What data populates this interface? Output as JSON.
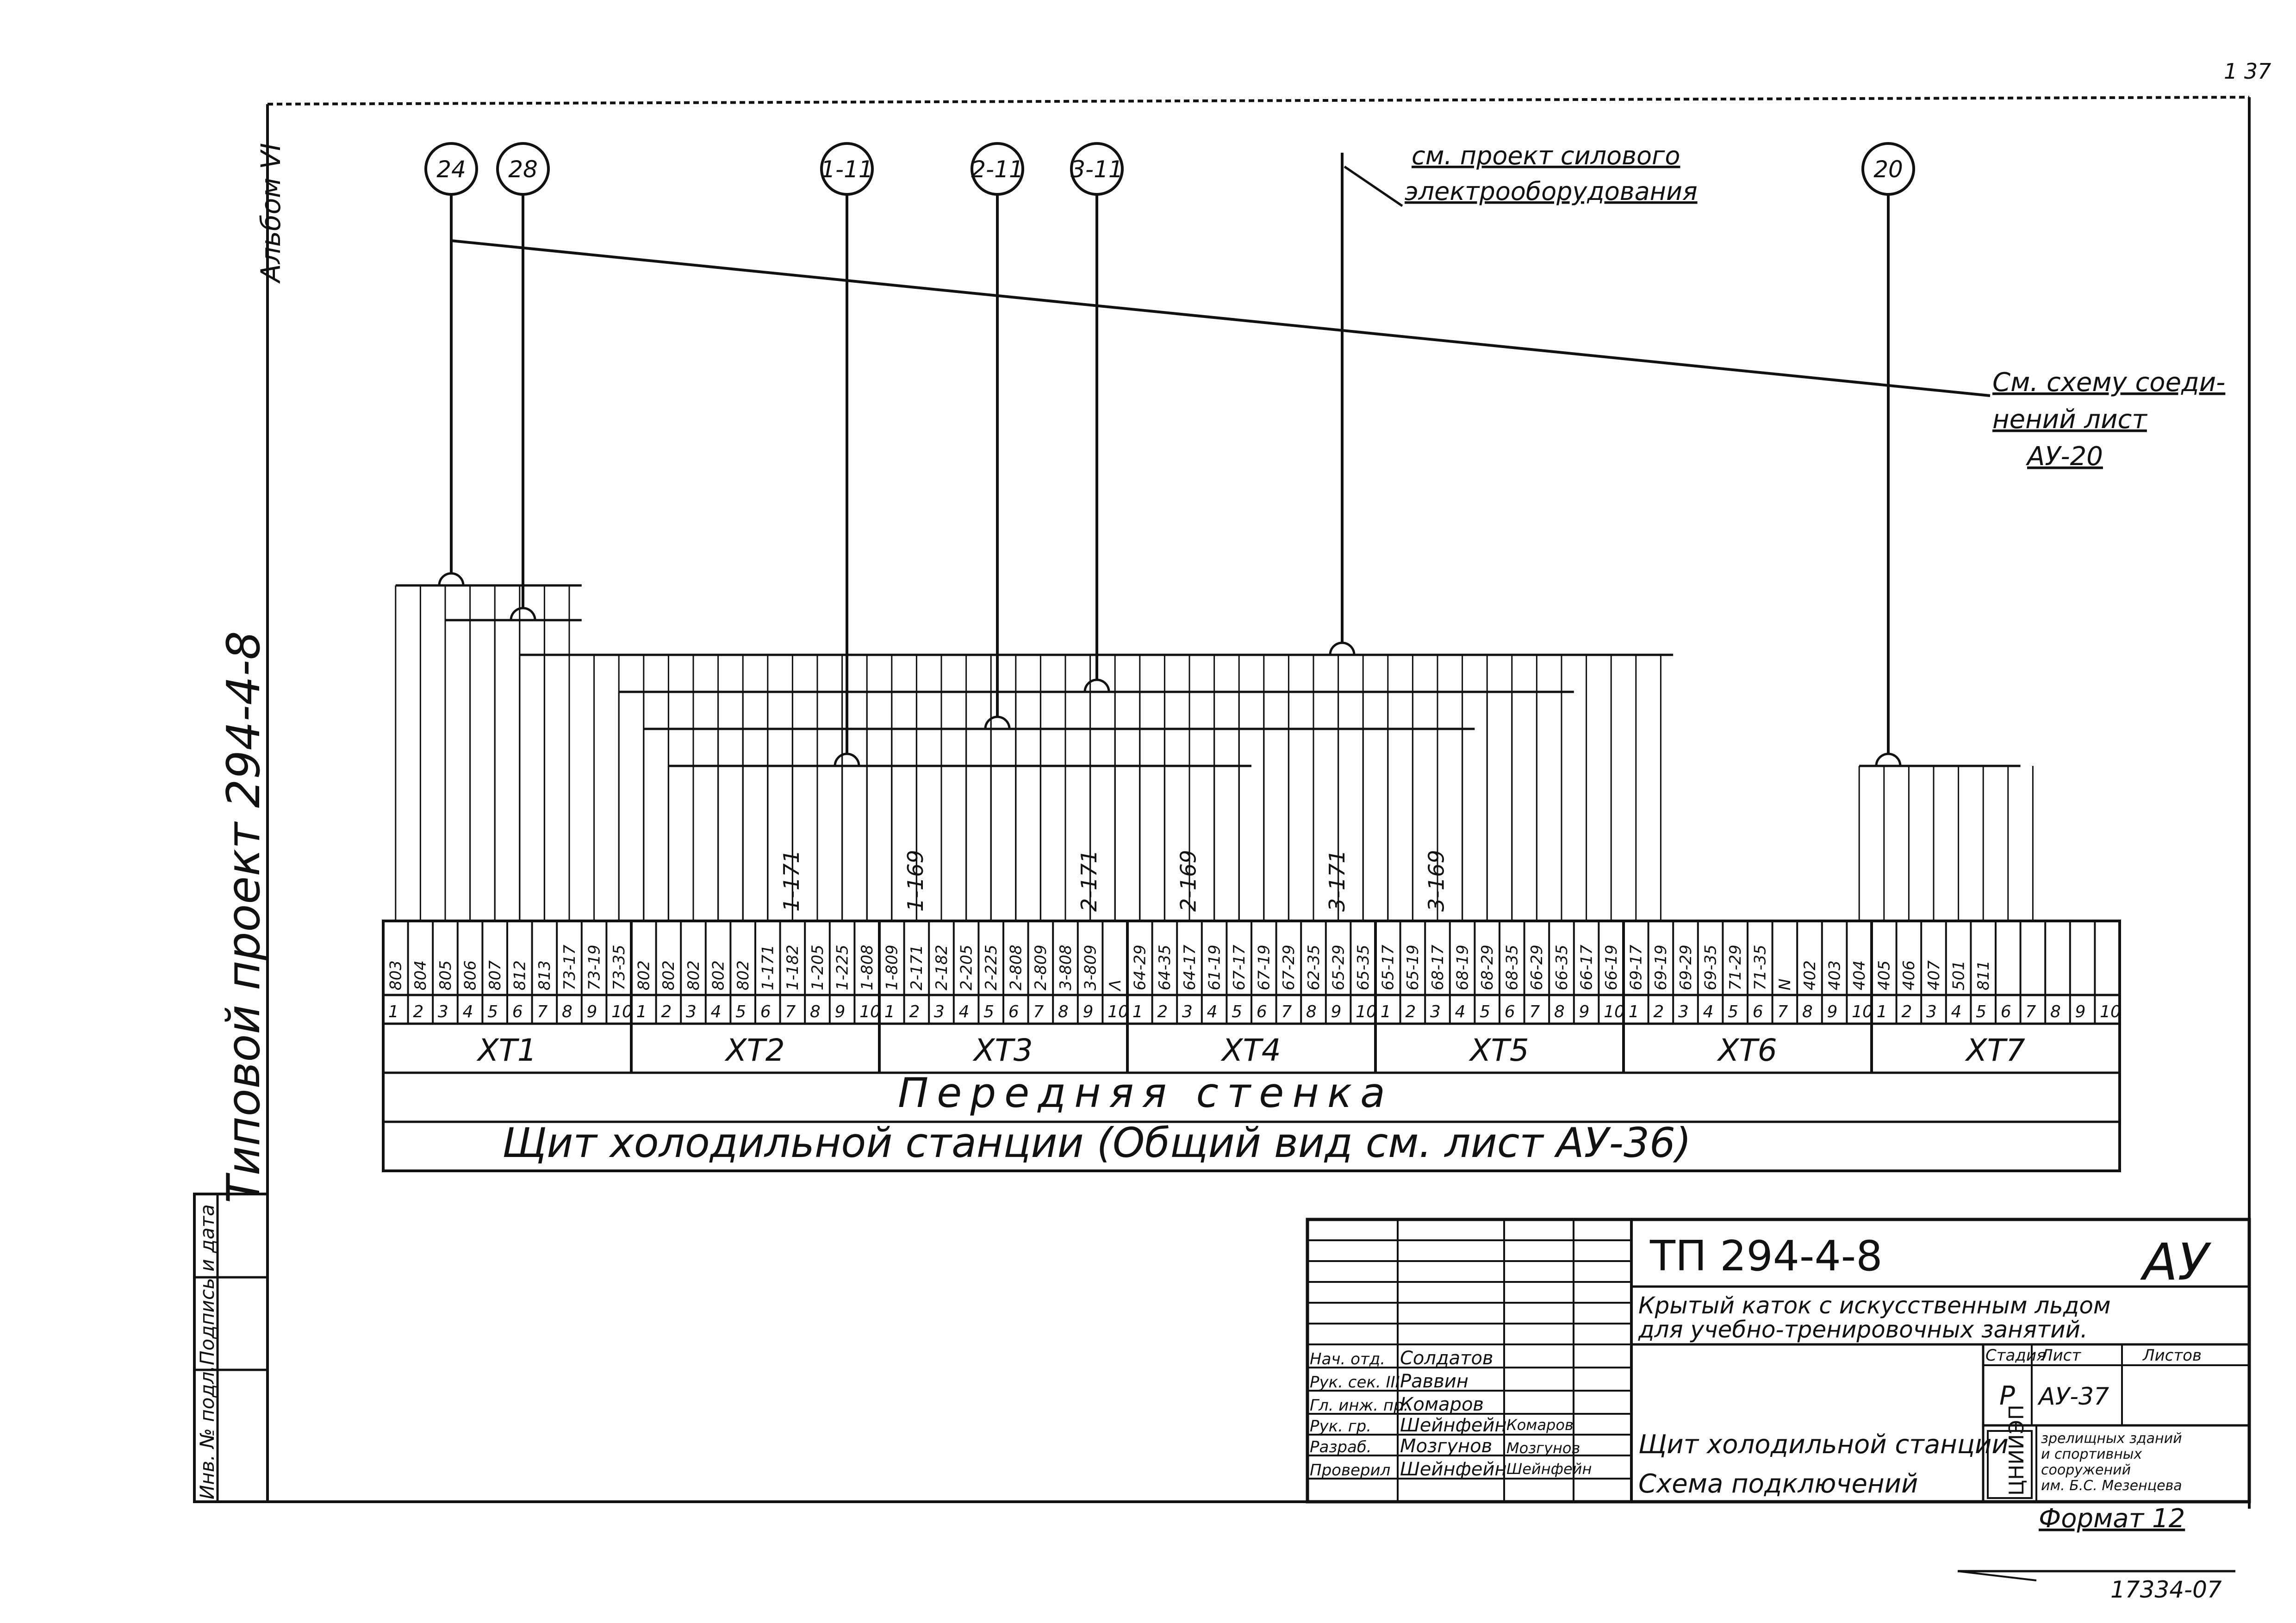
{
  "sheet_corner": "1 37",
  "side": {
    "album": "Альбом VI",
    "project": "Типовой проект 294-4-8",
    "stamp_cols": [
      "Инв. № подл.",
      "Подпись и дата"
    ]
  },
  "callouts": {
    "circles": [
      "24",
      "28",
      "1-11",
      "2-11",
      "3-11",
      "20"
    ],
    "note_power": [
      "см. проект силового",
      "электрооборудования"
    ],
    "note_scheme": [
      "См. схему соеди-",
      "нений лист",
      "АУ-20"
    ]
  },
  "drops": [
    "1-171",
    "1-169",
    "2-171",
    "2-169",
    "3-171",
    "3-169"
  ],
  "terminals": {
    "wires": [
      "803",
      "804",
      "805",
      "806",
      "807",
      "812",
      "813",
      "73-17",
      "73-19",
      "73-35",
      "802",
      "802",
      "802",
      "802",
      "802",
      "1-171",
      "1-182",
      "1-205",
      "1-225",
      "1-808",
      "1-809",
      "2-171",
      "2-182",
      "2-205",
      "2-225",
      "2-808",
      "2-809",
      "3-808",
      "3-809",
      "Λ",
      "64-29",
      "64-35",
      "64-17",
      "61-19",
      "67-17",
      "67-19",
      "67-29",
      "62-35",
      "65-29",
      "65-35",
      "65-17",
      "65-19",
      "68-17",
      "68-19",
      "68-29",
      "68-35",
      "66-29",
      "66-35",
      "66-17",
      "66-19",
      "69-17",
      "69-19",
      "69-29",
      "69-35",
      "71-29",
      "71-35",
      "N",
      "402",
      "403",
      "404",
      "405",
      "406",
      "407",
      "501",
      "811",
      "",
      "",
      ""
    ],
    "numbers": [
      "1",
      "2",
      "3",
      "4",
      "5",
      "6",
      "7",
      "8",
      "9",
      "10"
    ],
    "blocks": [
      "ХТ1",
      "ХТ2",
      "ХТ3",
      "ХТ4",
      "ХТ5",
      "ХТ6",
      "ХТ7"
    ],
    "wall": "Передняя стенка",
    "panel": "Щит холодильной станции (Общий вид см. лист АУ-36)"
  },
  "title_block": {
    "code": "ТП 294-4-8",
    "mark": "АУ",
    "object": [
      "Крытый каток с искусственным льдом",
      "для учебно-тренировочных занятий."
    ],
    "people": [
      {
        "role": "Нач. отд.",
        "name": "Солдатов"
      },
      {
        "role": "Рук. сек. III",
        "name": "Раввин"
      },
      {
        "role": "Гл. инж. пр.",
        "name": "Комаров"
      },
      {
        "role": "Рук. гр.",
        "name": "Шейнфейн"
      },
      {
        "role": "Разраб.",
        "name": "Мозгунов"
      },
      {
        "role": "Проверил",
        "name": "Шейнфейн"
      }
    ],
    "signatures": [
      "Комаров",
      "Шейнфейн",
      "Мозгунов"
    ],
    "cols": [
      "Стадия",
      "Лист",
      "Листов"
    ],
    "stage": "Р",
    "sheet": "АУ-37",
    "name": [
      "Щит холодильной станции",
      "Схема подключений"
    ],
    "logo": "ЦНИИЭП",
    "org": [
      "зрелищных зданий",
      "и спортивных",
      "сооружений",
      "им. Б.С. Мезенцева"
    ],
    "format": "Формат 12",
    "inv": "17334-07"
  }
}
